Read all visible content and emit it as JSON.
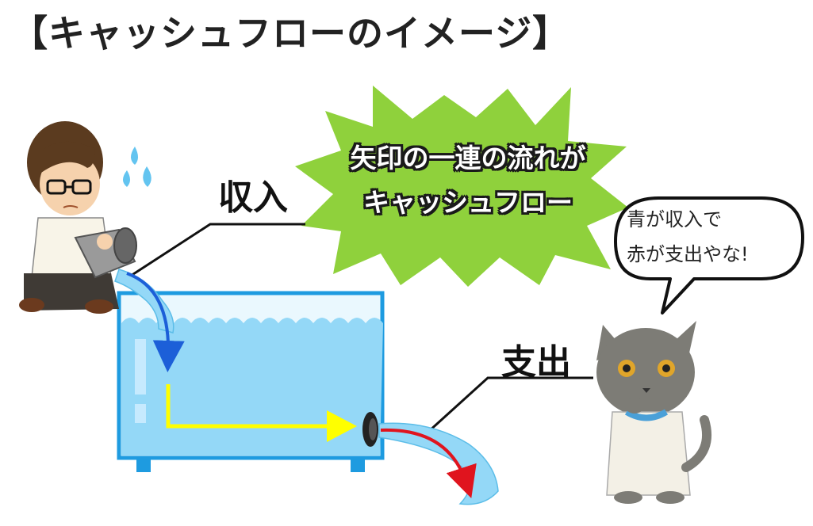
{
  "title": "【キャッシュフローのイメージ】",
  "labels": {
    "income": "収入",
    "expense": "支出"
  },
  "burst": {
    "line1": "矢印の一連の流れが",
    "line2": "キャッシュフロー"
  },
  "speech": {
    "line1": "青が収入で",
    "line2": "赤が支出やな!"
  },
  "colors": {
    "tank_water": "#94d8f7",
    "tank_border": "#1e9be0",
    "burst_green": "#8fd13c",
    "income_arrow": "#1c5fd8",
    "flow_arrow": "#ffff00",
    "expense_arrow": "#e0141e"
  },
  "icons": [
    "man-pouring-bucket-icon",
    "cat-scientist-icon",
    "sweat-drops-icon"
  ]
}
